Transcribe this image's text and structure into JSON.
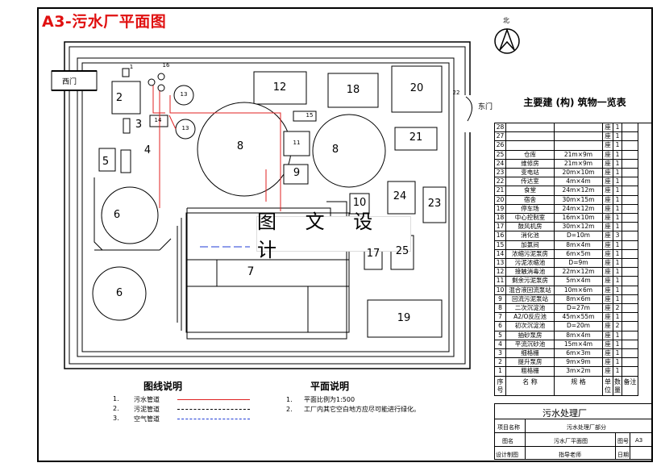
{
  "title": "A3-污水厂平面图",
  "watermark": "图 文 设 计",
  "north": "北",
  "gates": {
    "west": "西门",
    "east": "东门"
  },
  "site_labels": [
    "1",
    "16",
    "2",
    "3",
    "4",
    "5",
    "6",
    "6",
    "13",
    "13",
    "14",
    "15",
    "12",
    "18",
    "20",
    "22",
    "8",
    "8",
    "11",
    "9",
    "10",
    "21",
    "24",
    "23",
    "17",
    "25",
    "7",
    "19"
  ],
  "table": {
    "title": "主要建 (构) 筑物一览表",
    "rows": [
      {
        "no": "28",
        "name": "",
        "spec": "",
        "unit": "座",
        "qty": "1"
      },
      {
        "no": "27",
        "name": "",
        "spec": "",
        "unit": "座",
        "qty": "1"
      },
      {
        "no": "26",
        "name": "",
        "spec": "",
        "unit": "座",
        "qty": "1"
      },
      {
        "no": "25",
        "name": "仓库",
        "spec": "21m×9m",
        "unit": "座",
        "qty": "1"
      },
      {
        "no": "24",
        "name": "维修房",
        "spec": "21m×9m",
        "unit": "座",
        "qty": "1"
      },
      {
        "no": "23",
        "name": "变电站",
        "spec": "20m×10m",
        "unit": "座",
        "qty": "1"
      },
      {
        "no": "22",
        "name": "传达室",
        "spec": "4m×4m",
        "unit": "座",
        "qty": "1"
      },
      {
        "no": "21",
        "name": "食堂",
        "spec": "24m×12m",
        "unit": "座",
        "qty": "1"
      },
      {
        "no": "20",
        "name": "宿舍",
        "spec": "30m×15m",
        "unit": "座",
        "qty": "1"
      },
      {
        "no": "19",
        "name": "停车场",
        "spec": "24m×12m",
        "unit": "座",
        "qty": "1"
      },
      {
        "no": "18",
        "name": "中心控制室",
        "spec": "16m×10m",
        "unit": "座",
        "qty": "1"
      },
      {
        "no": "17",
        "name": "鼓风机房",
        "spec": "30m×12m",
        "unit": "座",
        "qty": "1"
      },
      {
        "no": "16",
        "name": "消化池",
        "spec": "D=10m",
        "unit": "座",
        "qty": "3"
      },
      {
        "no": "15",
        "name": "加氯间",
        "spec": "8m×4m",
        "unit": "座",
        "qty": "1"
      },
      {
        "no": "14",
        "name": "浓缩污泥泵房",
        "spec": "6m×5m",
        "unit": "座",
        "qty": "1"
      },
      {
        "no": "13",
        "name": "污泥浓缩池",
        "spec": "D=9m",
        "unit": "座",
        "qty": "1"
      },
      {
        "no": "12",
        "name": "接触消毒池",
        "spec": "22m×12m",
        "unit": "座",
        "qty": "1"
      },
      {
        "no": "11",
        "name": "剩余污泥泵房",
        "spec": "5m×4m",
        "unit": "座",
        "qty": "1"
      },
      {
        "no": "10",
        "name": "混合液回流泵站",
        "spec": "10m×6m",
        "unit": "座",
        "qty": "1"
      },
      {
        "no": "9",
        "name": "回流污泥泵站",
        "spec": "8m×6m",
        "unit": "座",
        "qty": "1"
      },
      {
        "no": "8",
        "name": "二次沉淀池",
        "spec": "D=27m",
        "unit": "座",
        "qty": "2"
      },
      {
        "no": "7",
        "name": "A2/O反应池",
        "spec": "45m×55m",
        "unit": "座",
        "qty": "1"
      },
      {
        "no": "6",
        "name": "初次沉淀池",
        "spec": "D=20m",
        "unit": "座",
        "qty": "2"
      },
      {
        "no": "5",
        "name": "抽砂泵房",
        "spec": "8m×4m",
        "unit": "座",
        "qty": "1"
      },
      {
        "no": "4",
        "name": "平流沉砂池",
        "spec": "15m×4m",
        "unit": "座",
        "qty": "1"
      },
      {
        "no": "3",
        "name": "细格栅",
        "spec": "6m×3m",
        "unit": "座",
        "qty": "1"
      },
      {
        "no": "2",
        "name": "提升泵房",
        "spec": "9m×9m",
        "unit": "座",
        "qty": "1"
      },
      {
        "no": "1",
        "name": "粗格栅",
        "spec": "3m×2m",
        "unit": "座",
        "qty": "1"
      }
    ],
    "head": {
      "no": "序号",
      "name": "名  称",
      "spec": "规  格",
      "unit": "单位",
      "qty": "数量",
      "note": "备注"
    }
  },
  "title_block": {
    "project": "污水处理厂",
    "label_item": "项目名称",
    "item_value": "污水处理厂部分",
    "label_drawing": "图名",
    "drawing_value": "污水厂平面图",
    "label_no": "图号",
    "no_value": "A3",
    "label_designer": "设计制图",
    "label_advisor": "指导老师",
    "label_date": "日期"
  },
  "legend": {
    "title": "图线说明",
    "items": [
      {
        "n": "1.",
        "label": "污水管道",
        "color": "#e02020"
      },
      {
        "n": "2.",
        "label": "污泥管道",
        "color": "#000000"
      },
      {
        "n": "3.",
        "label": "空气管道",
        "color": "#1f3bd6"
      }
    ]
  },
  "notes": {
    "title": "平面说明",
    "items": [
      {
        "n": "1.",
        "text": "平面比例为1:500"
      },
      {
        "n": "2.",
        "text": "工厂内其它空白地方应尽可能进行绿化。"
      }
    ]
  },
  "colors": {
    "sewage": "#e02020",
    "air": "#1f3bd6",
    "title": "#e01010"
  }
}
